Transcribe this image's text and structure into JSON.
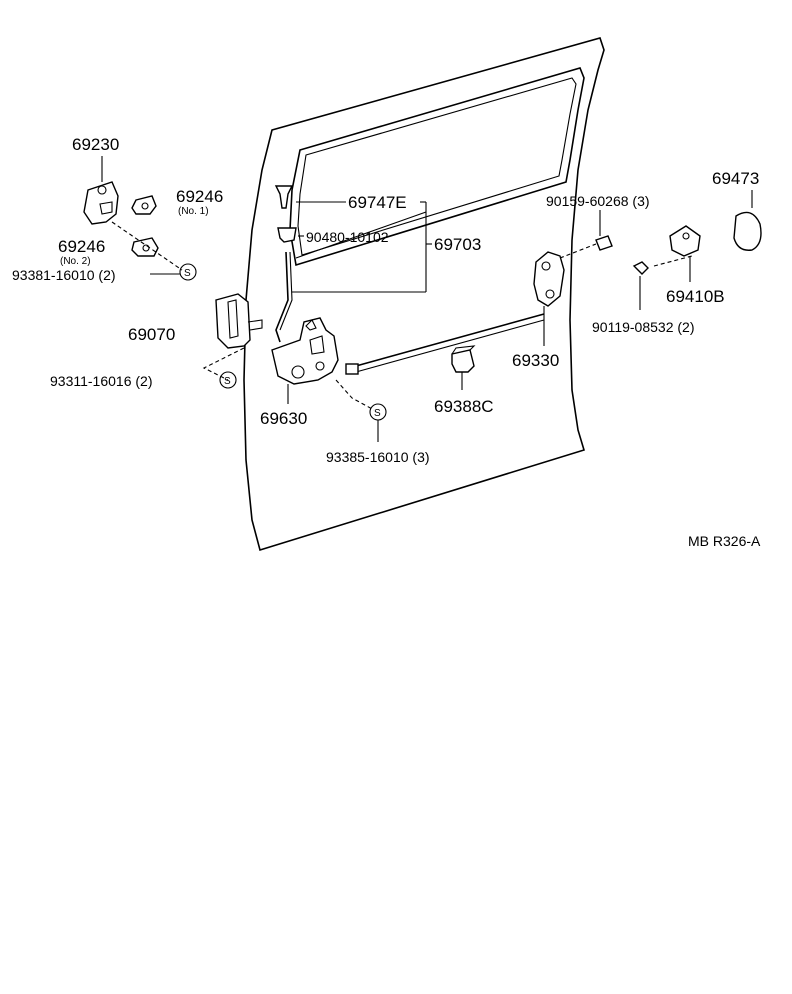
{
  "labels": {
    "p69230": "69230",
    "p69246_no1": "69246",
    "p69246_no1_sub": "(No. 1)",
    "p69246_no2": "69246",
    "p69246_no2_sub": "(No. 2)",
    "p93381": "93381-16010 (2)",
    "p69070": "69070",
    "p93311": "93311-16016 (2)",
    "p69630": "69630",
    "p93385": "93385-16010 (3)",
    "p69747e": "69747E",
    "p90480": "90480-10102",
    "p69703": "69703",
    "p90159": "90159-60268 (3)",
    "p69330": "69330",
    "p69388c": "69388C",
    "p69473": "69473",
    "p69410b": "69410B",
    "p90119": "90119-08532 (2)",
    "diagram_code": "MB R326-A"
  },
  "symbols": {
    "screw_mark": "S"
  }
}
